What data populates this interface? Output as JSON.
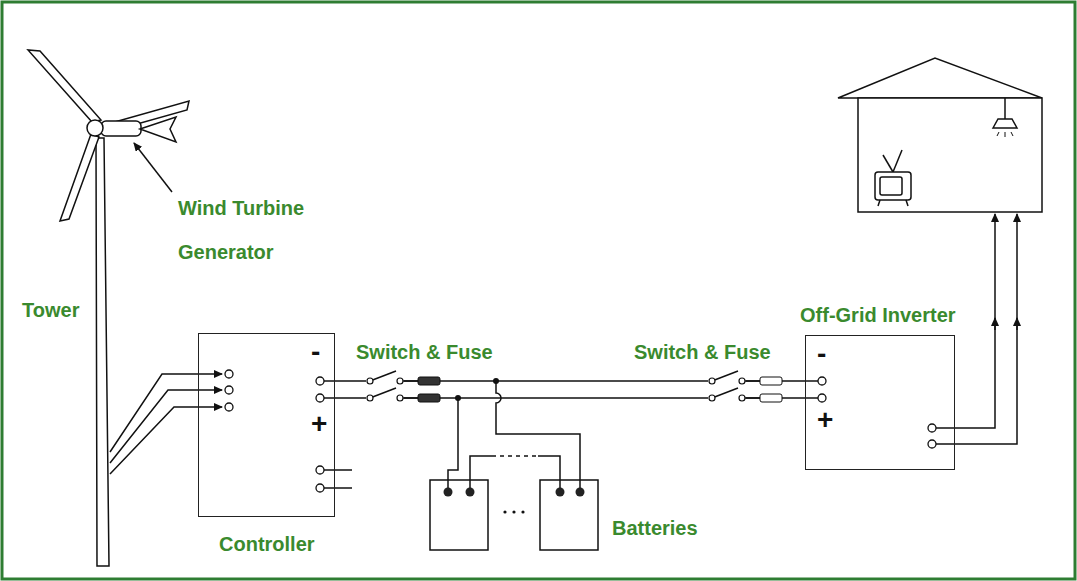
{
  "diagram": {
    "nodes": [
      {
        "text": [
          "Controller",
          "-",
          "+"
        ]
      },
      {
        "text": [
          "Off-Grid Inverter",
          "-",
          "+"
        ]
      }
    ],
    "edges": [
      {
        "from": 0,
        "to": 1,
        "arrow": "none"
      }
    ],
    "labels": [
      "Wind Turbine Generator",
      "Tower",
      "Switch & Fuse",
      "Switch & Fuse",
      "Batteries"
    ]
  }
}
